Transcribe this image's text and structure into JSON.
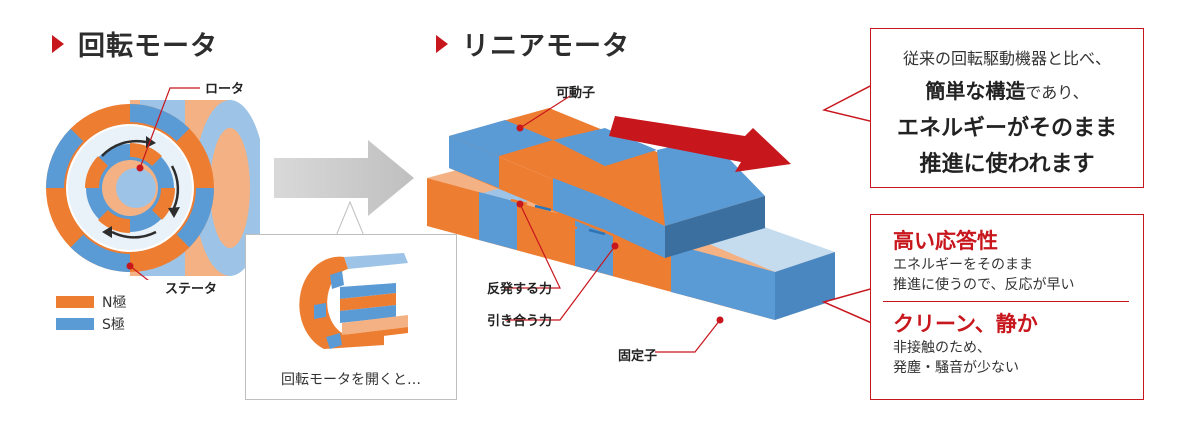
{
  "headings": {
    "rotary": "回転モータ",
    "linear": "リニアモータ"
  },
  "labels": {
    "rotor": "ロータ",
    "stator": "ステータ",
    "mover": "可動子",
    "stator_fixed": "固定子",
    "repulsion": "反発する力",
    "attraction": "引き合う力",
    "open_caption": "回転モータを開くと…"
  },
  "legend": [
    {
      "label": "N極",
      "color": "#ed7d31"
    },
    {
      "label": "S極",
      "color": "#5b9bd5"
    }
  ],
  "callout_top": {
    "line1": "従来の回転駆動機器と比べ、",
    "line2_bold": "簡単な構造",
    "line2_rest": "であり、",
    "line3": "エネルギーがそのまま",
    "line4": "推進に使われます"
  },
  "callout_bottom": {
    "feature1_title": "高い応答性",
    "feature1_line1": "エネルギーをそのまま",
    "feature1_line2": "推進に使うので、反応が早い",
    "feature2_title": "クリーン、静か",
    "feature2_line1": "非接触のため、",
    "feature2_line2": "発塵・騒音が少ない"
  },
  "colors": {
    "accent": "#c8161d",
    "north": "#ed7d31",
    "south": "#5b9bd5",
    "north_light": "#f4b183",
    "south_light": "#9dc3e6"
  }
}
